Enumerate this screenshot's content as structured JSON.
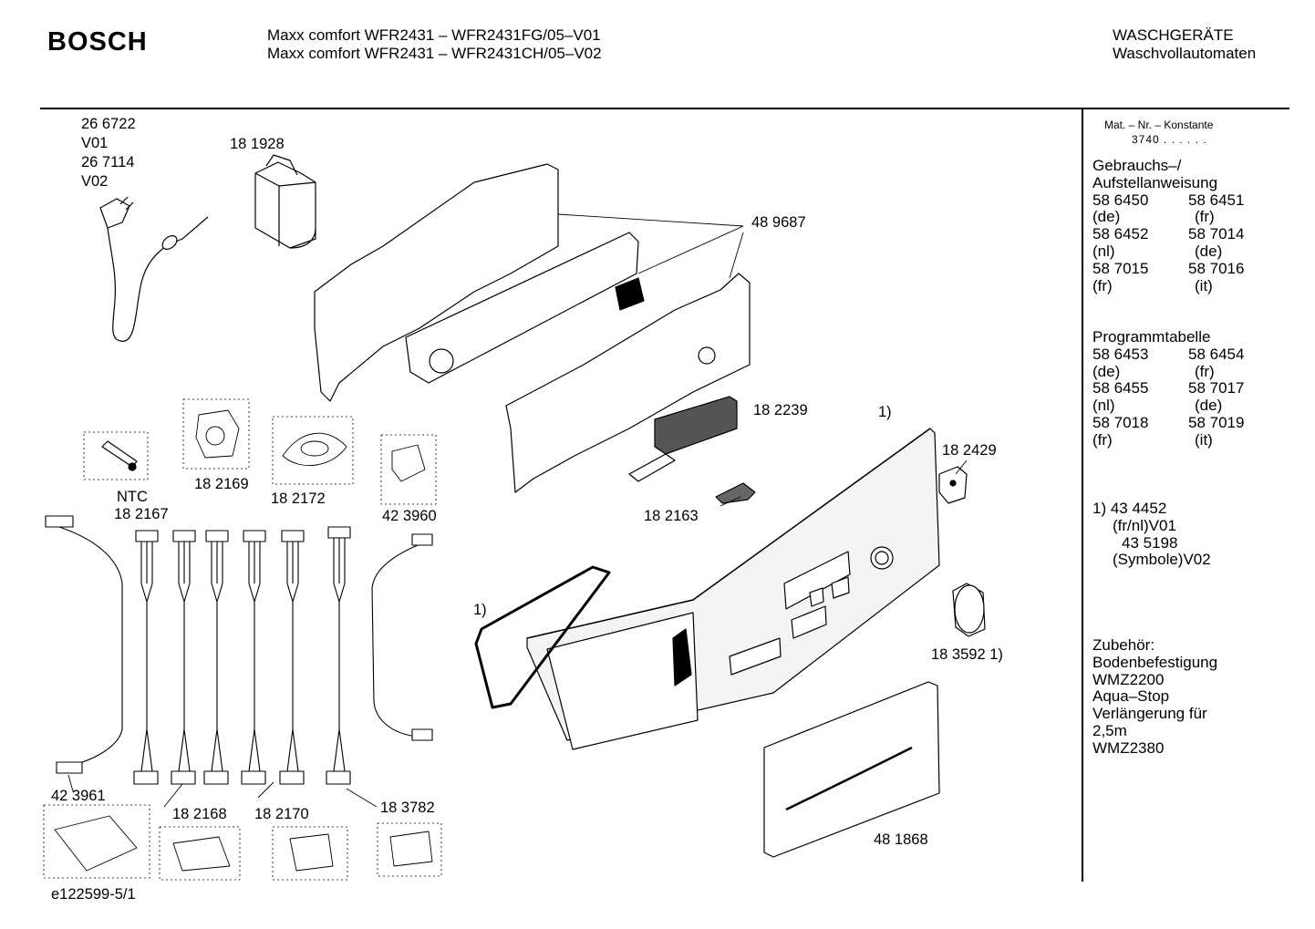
{
  "header": {
    "brand": "BOSCH",
    "models": [
      "Maxx comfort WFR2431 – WFR2431FG/05–V01",
      "Maxx comfort WFR2431 – WFR2431CH/05–V02"
    ],
    "category": [
      "WASCHGERÄTE",
      "Waschvollautomaten"
    ]
  },
  "parts": {
    "p266722": "26 6722",
    "v01": "V01",
    "p267114": "26 7114",
    "v02": "V02",
    "p181928": "18 1928",
    "p489687": "48 9687",
    "p182239": "18 2239",
    "note1_top": "1)",
    "p182429": "18 2429",
    "p182163": "18 2163",
    "ntc": "NTC",
    "p182167": "18 2167",
    "p182169": "18 2169",
    "p182172": "18 2172",
    "p423960": "42 3960",
    "note1_left": "1)",
    "p183592": "18 3592 1)",
    "p423961": "42 3961",
    "p182168": "18 2168",
    "p182170": "18 2170",
    "p183782": "18 3782",
    "p481868": "48 1868"
  },
  "footer": {
    "diagram_id": "e122599-5/1"
  },
  "sidebar": {
    "mat_nr_label": "Mat. – Nr. – Konstante",
    "mat_nr_value": "3740  .  .  .  .  .  .",
    "manual": {
      "heading": [
        "Gebrauchs–/",
        "Aufstellanweisung"
      ],
      "rows": [
        [
          "58 6450",
          "58 6451"
        ],
        [
          "(de)",
          "(fr)"
        ],
        [
          "58 6452",
          "58 7014"
        ],
        [
          "(nl)",
          "(de)"
        ],
        [
          "58 7015",
          "58 7016"
        ],
        [
          "(fr)",
          "(it)"
        ]
      ]
    },
    "program": {
      "heading": "Programmtabelle",
      "rows": [
        [
          "58 6453",
          "58 6454"
        ],
        [
          "(de)",
          "(fr)"
        ],
        [
          "58 6455",
          "58 7017"
        ],
        [
          "(nl)",
          "(de)"
        ],
        [
          "58 7018",
          "58 7019"
        ],
        [
          "(fr)",
          "(it)"
        ]
      ]
    },
    "note": [
      "1)  43 4452",
      "(fr/nl)V01",
      "43 5198",
      "(Symbole)V02"
    ],
    "accessories": [
      "Zubehör:",
      "Bodenbefestigung",
      "WMZ2200",
      "Aqua–Stop",
      "Verlängerung für",
      "2,5m",
      "WMZ2380"
    ]
  },
  "colors": {
    "line": "#000000",
    "panel_fill": "#f4f4f4",
    "shadow": "#9a9a9a"
  }
}
